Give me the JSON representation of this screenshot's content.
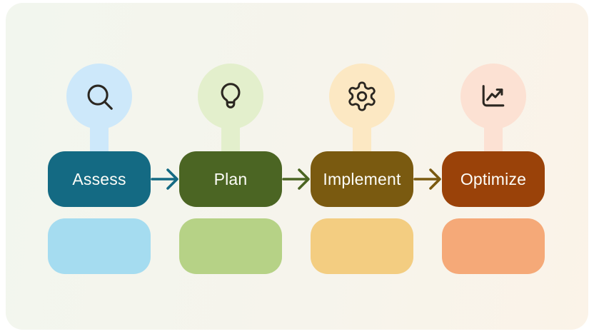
{
  "card": {
    "bg_left": "#f2f6ee",
    "bg_mid": "#f6f4ec",
    "bg_right": "#fbf3e8"
  },
  "icon_color": "#2b2721",
  "label_color": "#fdfdf8",
  "steps": [
    {
      "label": "Assess",
      "icon": "search-icon",
      "circle_color": "#cde8fa",
      "box_color": "#146a83",
      "arrow_color": "#146a83",
      "panel_color": "#a5dcf0"
    },
    {
      "label": "Plan",
      "icon": "lightbulb-icon",
      "circle_color": "#e3efcc",
      "box_color": "#4b6523",
      "arrow_color": "#4b6523",
      "panel_color": "#b6d286"
    },
    {
      "label": "Implement",
      "icon": "gear-icon",
      "circle_color": "#fce8c3",
      "box_color": "#7a5a10",
      "arrow_color": "#7a5a10",
      "panel_color": "#f3cd81"
    },
    {
      "label": "Optimize",
      "icon": "trend-up-icon",
      "circle_color": "#fce1d3",
      "box_color": "#9a4209",
      "panel_color": "#f5a978"
    }
  ]
}
